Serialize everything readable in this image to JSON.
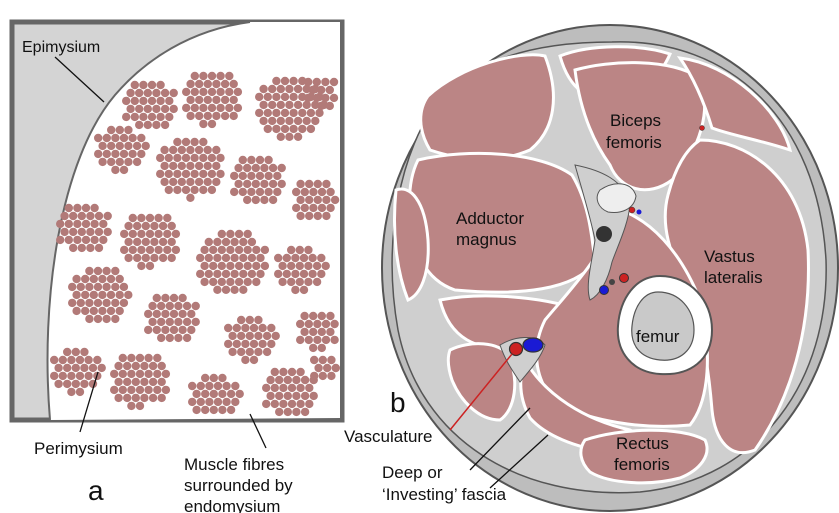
{
  "panel_a": {
    "letter": "a",
    "labels": {
      "epimysium": "Epimysium",
      "perimysium": "Perimysium",
      "fibres_line1": "Muscle fibres",
      "fibres_line2": "surrounded by",
      "fibres_line3": "endomysium"
    }
  },
  "panel_b": {
    "letter": "b",
    "labels": {
      "biceps_line1": "Biceps",
      "biceps_line2": "femoris",
      "adductor_line1": "Adductor",
      "adductor_line2": "magnus",
      "vastus_line1": "Vastus",
      "vastus_line2": "lateralis",
      "femur": "femur",
      "rectus_line1": "Rectus",
      "rectus_line2": "femoris",
      "vasculature": "Vasculature",
      "fascia_line1": "Deep or",
      "fascia_line2": "‘Investing’ fascia"
    }
  },
  "colors": {
    "muscle": "#bb8585",
    "fibre": "#b27a78",
    "fascia": "#d9d9d9",
    "outline": "#555555",
    "artery": "#cc2222",
    "vein": "#1a1ad4"
  }
}
